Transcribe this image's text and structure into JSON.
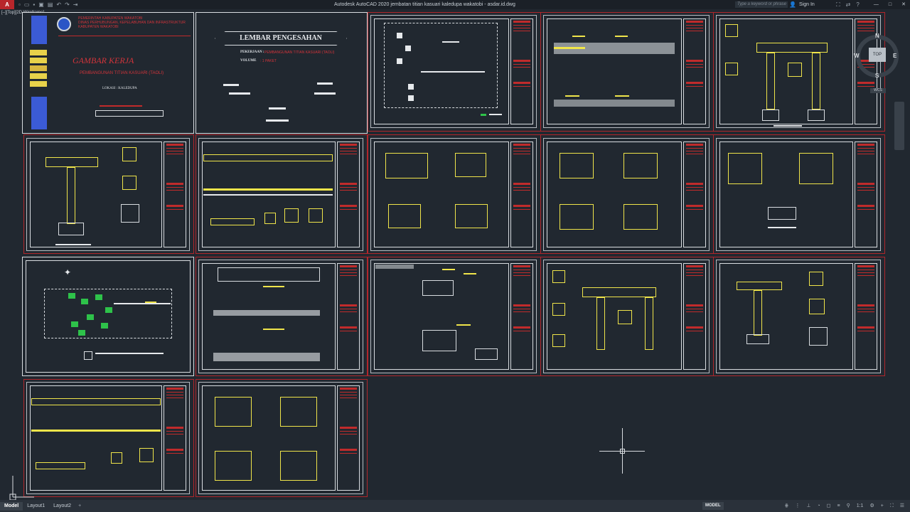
{
  "titlebar": {
    "app_letter": "A",
    "title": "Autodesk AutoCAD 2020   jembatan titian kasuari kaledupa wakatobi - asdar.id.dwg",
    "search_placeholder": "Type a keyword or phrase",
    "sign_in": "Sign In",
    "minimize": "—",
    "maximize": "□",
    "close": "✕"
  },
  "viewport_label": "[–][Top][2D Wireframe]",
  "cover": {
    "institution_line1": "PEMERINTAH KABUPATEN WAKATOBI",
    "institution_line2": "DINAS PERHUBUNGAN, KEPELABUHAN DAN INFRASTRUKTUR",
    "institution_line3": "KABUPATEN WAKATOBI",
    "title": "GAMBAR KERJA",
    "subtitle": "PEMBANGUNAN TITIAN KASUARI (TAOLI)",
    "location": "LOKASI : KALEDUPA"
  },
  "lembar": {
    "title": "LEMBAR PENGESAHAN",
    "pekerjaan_label": "PEKERJAAN :",
    "pekerjaan_value": "PEMBANGUNAN TITIAN KASUARI (TAOLI)",
    "volume_label": "VOLUME",
    "volume_value": ": 1 PAKET"
  },
  "viewcube": {
    "top": "TOP",
    "north": "N",
    "south": "S",
    "east": "E",
    "west": "W",
    "wcs": "WCS"
  },
  "statusbar": {
    "tabs": [
      "Model",
      "Layout1",
      "Layout2"
    ],
    "add_tab": "+",
    "model_right": "MODEL",
    "scale": "1:1"
  }
}
